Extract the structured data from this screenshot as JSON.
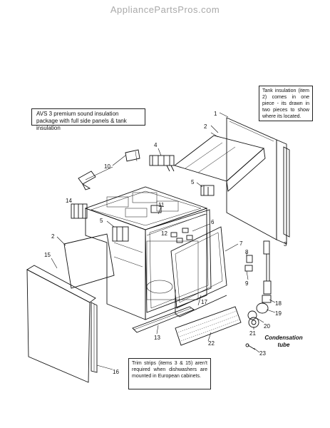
{
  "header": {
    "watermark": "AppliancePartsPros.com"
  },
  "notes": {
    "tank_insulation": "Tank insulation (item 2) comes in one piece - its drawn in two pieces to show where its located.",
    "avs_package": "AVS 3 premium sound insulation package with full side panels & tank insulation",
    "trim_strips": "Trim strips (items 3 & 15) aren't required when dishwashers are mounted in European cabinets.",
    "condensation_tube": "Condensation tube"
  },
  "callouts": [
    "1",
    "2",
    "2",
    "3",
    "4",
    "5",
    "5",
    "6",
    "7",
    "8",
    "9",
    "10",
    "11",
    "12",
    "13",
    "14",
    "15",
    "16",
    "17",
    "18",
    "19",
    "20",
    "21",
    "22",
    "23"
  ],
  "colors": {
    "line": "#111111",
    "watermark": "#a9a9a9"
  }
}
